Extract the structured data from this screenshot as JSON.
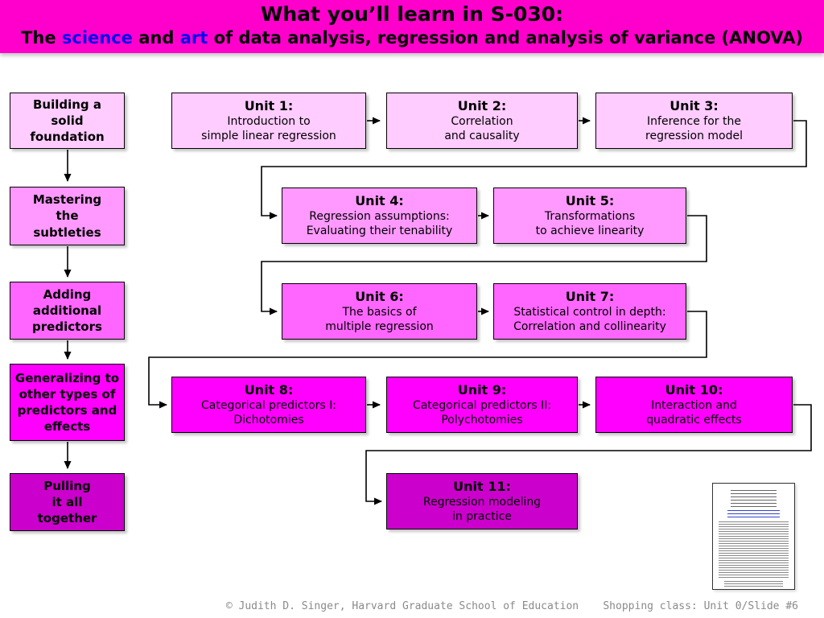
{
  "header": {
    "line1": "What you’ll learn in S-030:",
    "line2_prefix": "The ",
    "line2_science": "science",
    "line2_mid": " and ",
    "line2_art": "art",
    "line2_suffix": " of data analysis, regression and analysis of variance (ANOVA)"
  },
  "left_steps": [
    {
      "label": "Building a\nsolid\nfoundation"
    },
    {
      "label": "Mastering\nthe\nsubtleties"
    },
    {
      "label": "Adding\nadditional\npredictors"
    },
    {
      "label": "Generalizing to\nother types of\npredictors and\neffects"
    },
    {
      "label": "Pulling\nit all\ntogether"
    }
  ],
  "units": [
    {
      "title": "Unit 1:",
      "desc": "Introduction to\nsimple linear regression"
    },
    {
      "title": "Unit 2:",
      "desc": "Correlation\nand causality"
    },
    {
      "title": "Unit 3:",
      "desc": "Inference for the\nregression model"
    },
    {
      "title": "Unit 4:",
      "desc": "Regression assumptions:\nEvaluating their tenability"
    },
    {
      "title": "Unit 5:",
      "desc": "Transformations\nto achieve linearity"
    },
    {
      "title": "Unit 6:",
      "desc": "The basics of\nmultiple regression"
    },
    {
      "title": "Unit 7:",
      "desc": "Statistical control in depth:\nCorrelation and collinearity"
    },
    {
      "title": "Unit 8:",
      "desc": "Categorical predictors I:\nDichotomies"
    },
    {
      "title": "Unit 9:",
      "desc": "Categorical predictors II:\nPolychotomies"
    },
    {
      "title": "Unit 10:",
      "desc": "Interaction and\nquadratic effects"
    },
    {
      "title": "Unit 11:",
      "desc": "Regression modeling\nin practice"
    }
  ],
  "footer": {
    "copyright": "© Judith D. Singer, Harvard Graduate School of Education",
    "slide_label": "Shopping class: Unit 0/Slide #6"
  },
  "colors": {
    "header_bg": "#ff00cc",
    "accent_blue": "#0000ee",
    "row1": "#ffccff",
    "row2": "#ff99ff",
    "row3": "#ff66ff",
    "row4": "#ff00ff",
    "row5": "#cc00cc",
    "footer_text": "#8a8a8a"
  }
}
